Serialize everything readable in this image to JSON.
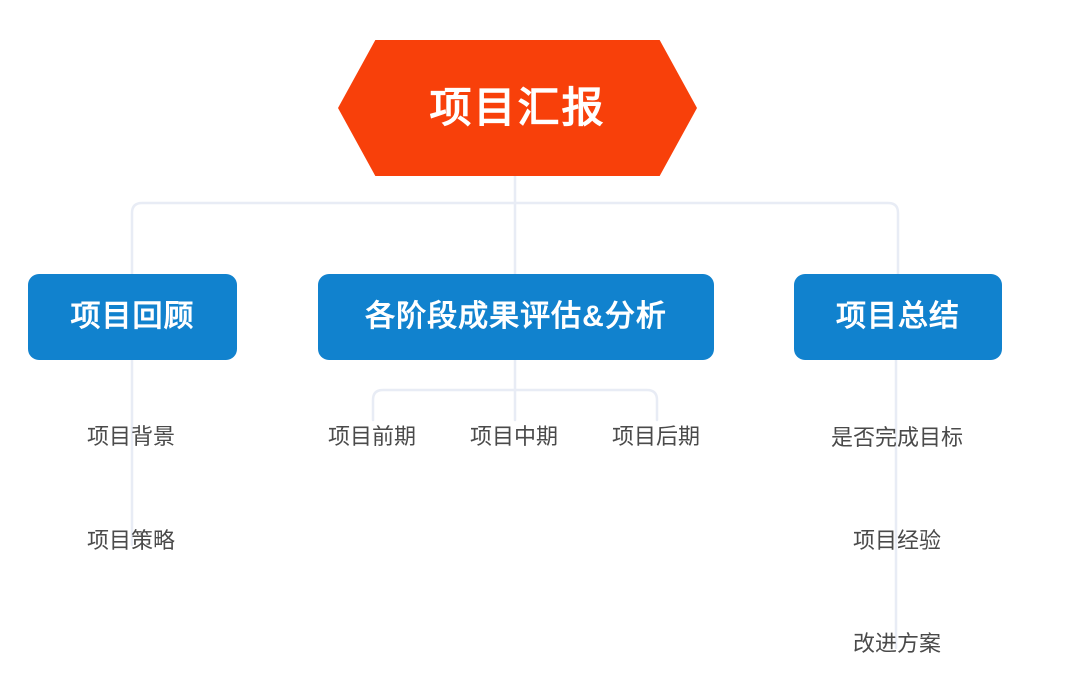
{
  "diagram": {
    "title": "项目汇报",
    "background_color": "#FFFFFF",
    "root": {
      "label": "项目汇报",
      "shape": "hexagon",
      "fill_color": "#F8400A",
      "text_color": "#FFFFFF"
    },
    "branches": [
      {
        "label": "项目回顾",
        "shape": "rounded-rect",
        "fill_color": "#1182CE",
        "text_color": "#FFFFFF",
        "leaves": [
          {
            "label": "项目背景"
          },
          {
            "label": "项目策略"
          }
        ]
      },
      {
        "label": "各阶段成果评估&分析",
        "shape": "rounded-rect",
        "fill_color": "#1182CE",
        "text_color": "#FFFFFF",
        "leaves": [
          {
            "label": "项目前期"
          },
          {
            "label": "项目中期"
          },
          {
            "label": "项目后期"
          }
        ]
      },
      {
        "label": "项目总结",
        "shape": "rounded-rect",
        "fill_color": "#1182CE",
        "text_color": "#FFFFFF",
        "leaves": [
          {
            "label": "是否完成目标"
          },
          {
            "label": "项目经验"
          },
          {
            "label": "改进方案"
          }
        ]
      }
    ],
    "connector_color": "#E8ECF5",
    "leaf_text_color": "#4A4A4A"
  }
}
